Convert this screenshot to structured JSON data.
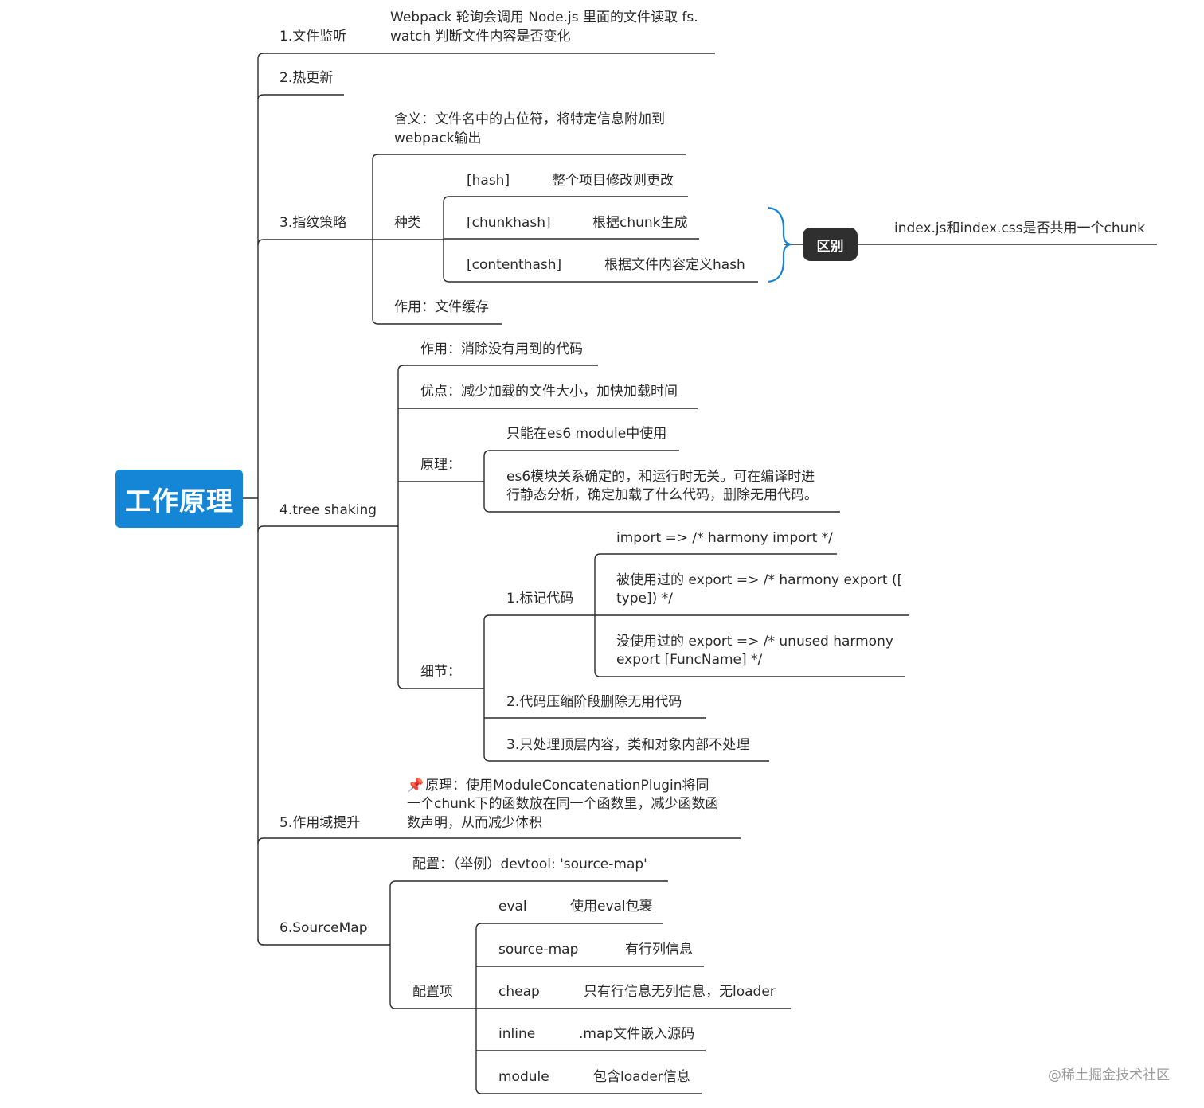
{
  "root": "工作原理",
  "branches": {
    "watch": {
      "label": "1.文件监听",
      "desc_line1": "Webpack 轮询会调用 Node.js 里面的文件读取 fs.",
      "desc_line2": "watch 判断文件内容是否变化"
    },
    "hot": {
      "label": "2.热更新"
    },
    "hash": {
      "label": "3.指纹策略",
      "meaning_line1": "含义：文件名中的占位符，将特定信息附加到",
      "meaning_line2": "webpack输出",
      "kinds_label": "种类",
      "kinds": [
        {
          "name": "[hash]",
          "desc": "整个项目修改则更改"
        },
        {
          "name": "[chunkhash]",
          "desc": "根据chunk生成"
        },
        {
          "name": "[contenthash]",
          "desc": "根据文件内容定义hash"
        }
      ],
      "diff_label": "区别",
      "diff_desc": "index.js和index.css是否共用一个chunk",
      "usage": "作用：文件缓存"
    },
    "tree": {
      "label": "4.tree shaking",
      "usage": "作用：消除没有用到的代码",
      "pros": "优点：减少加载的文件大小，加快加载时间",
      "principle_label": "原理：",
      "principle_items": [
        "只能在es6 module中使用",
        "es6模块关系确定的，和运行时无关。可在编译时进",
        "行静态分析，确定加载了什么代码，删除无用代码。"
      ],
      "detail_label": "细节：",
      "mark_label": "1.标记代码",
      "mark_items": [
        "import => /* harmony import */",
        "被使用过的 export => /* harmony export ([",
        "type]) */",
        "没使用过的 export => /* unused harmony",
        "export [FuncName] */"
      ],
      "detail_2": "2.代码压缩阶段删除无用代码",
      "detail_3": "3.只处理顶层内容，类和对象内部不处理"
    },
    "scope": {
      "label": "5.作用域提升",
      "pin_icon": "pushpin-icon",
      "desc_line1": "原理：使用ModuleConcatenationPlugin将同",
      "desc_line2": "一个chunk下的函数放在同一个函数里，减少函数函",
      "desc_line3": "数声明，从而减少体积"
    },
    "sourcemap": {
      "label": "6.SourceMap",
      "config": "配置：（举例）devtool: 'source-map'",
      "options_label": "配置项",
      "options": [
        {
          "name": "eval",
          "desc": "使用eval包裹"
        },
        {
          "name": "source-map",
          "desc": "有行列信息"
        },
        {
          "name": "cheap",
          "desc": "只有行信息无列信息，无loader"
        },
        {
          "name": "inline",
          "desc": ".map文件嵌入源码"
        },
        {
          "name": "module",
          "desc": "包含loader信息"
        }
      ]
    }
  },
  "watermark": "@稀土掘金技术社区",
  "colors": {
    "root": "#1586d6",
    "pill": "#2f2f2f",
    "brace": "#1586d6",
    "line": "#2b2b2b"
  }
}
